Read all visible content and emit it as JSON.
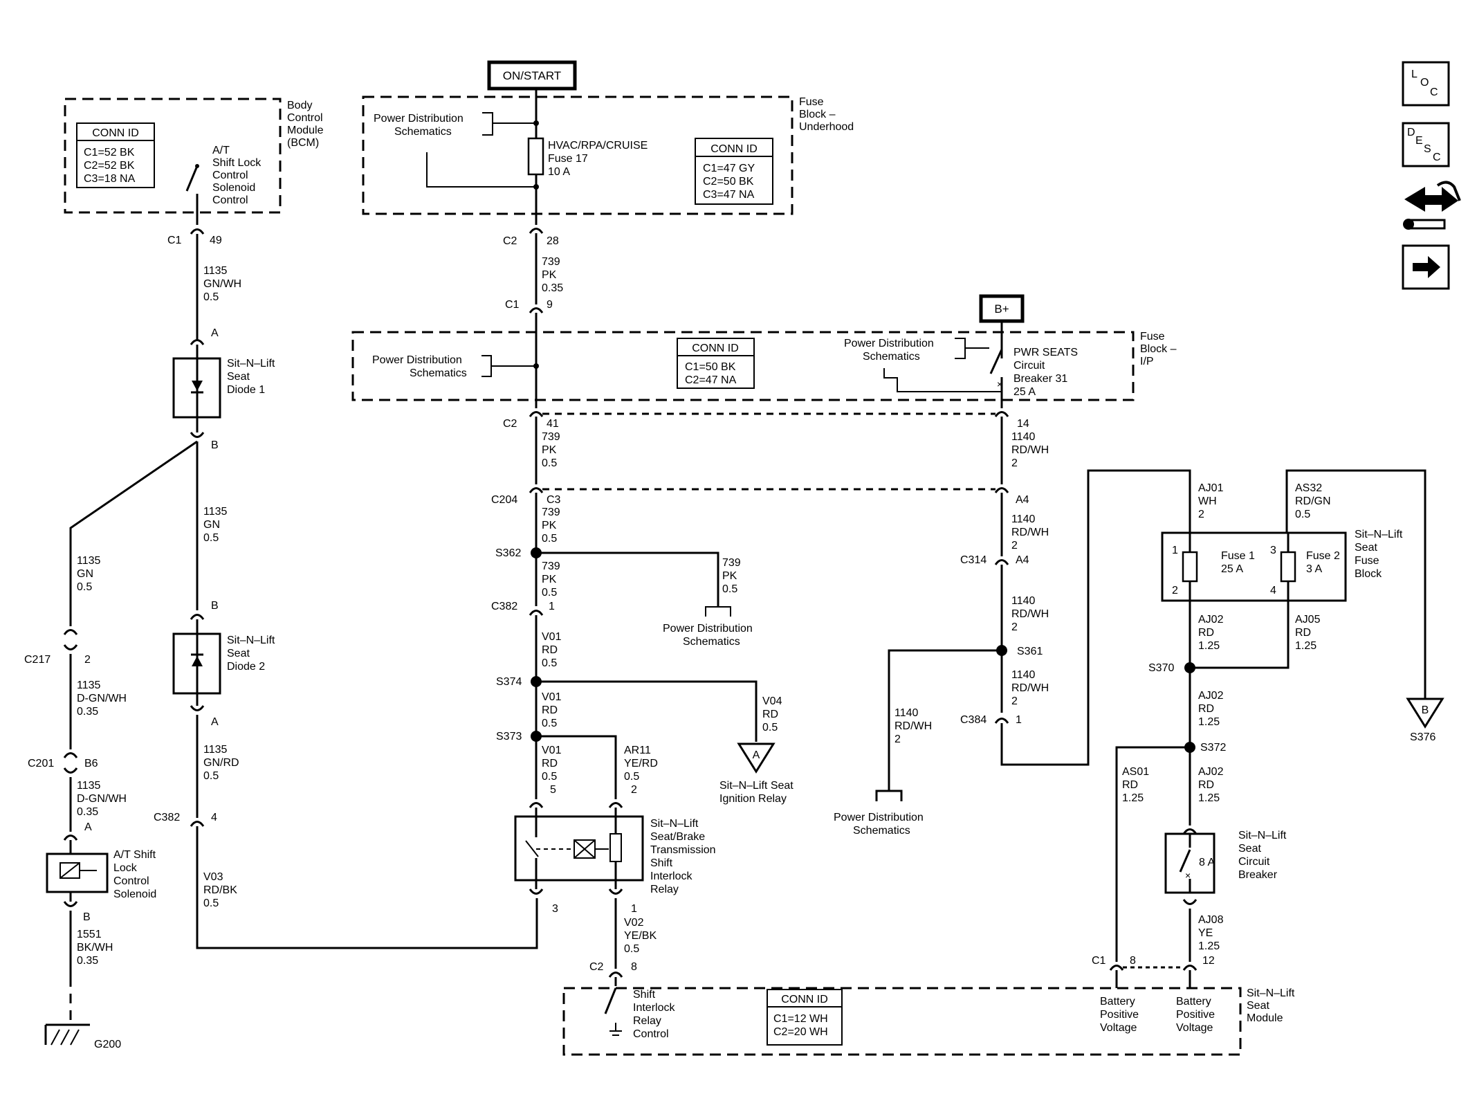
{
  "on_start": "ON/START",
  "b_plus": "B+",
  "bcm": {
    "name": [
      "Body",
      "Control",
      "Module",
      "(BCM)"
    ],
    "conn_title": "CONN ID",
    "conn": [
      "C1=52 BK",
      "C2=52 BK",
      "C3=18 NA"
    ],
    "solenoid_ctrl": [
      "A/T",
      "Shift Lock",
      "Control",
      "Solenoid",
      "Control"
    ]
  },
  "fuse_underhood": {
    "name": [
      "Fuse",
      "Block –",
      "Underhood"
    ],
    "pds": [
      "Power Distribution",
      "Schematics"
    ],
    "fuse": [
      "HVAC/RPA/CRUISE",
      "Fuse 17",
      "10 A"
    ],
    "conn_title": "CONN ID",
    "conn": [
      "C1=47 GY",
      "C2=50 BK",
      "C3=47 NA"
    ]
  },
  "fuse_ip": {
    "name": [
      "Fuse",
      "Block –",
      "I/P"
    ],
    "pds_left": [
      "Power Distribution",
      "Schematics"
    ],
    "pds_right": [
      "Power Distribution",
      "Schematics"
    ],
    "conn_title": "CONN ID",
    "conn": [
      "C1=50 BK",
      "C2=47 NA"
    ],
    "breaker": [
      "PWR SEATS",
      "Circuit",
      "Breaker 31",
      "25 A"
    ]
  },
  "labels": {
    "c1": "C1",
    "c1_pin": "49",
    "w1135_1": [
      "1135",
      "GN/WH",
      "0.5"
    ],
    "diode1_a": "A",
    "diode1": [
      "Sit–N–Lift",
      "Seat",
      "Diode 1"
    ],
    "diode1_b": "B",
    "w1135_gn": [
      "1135",
      "GN",
      "0.5"
    ],
    "w1135_gn_left": [
      "1135",
      "GN",
      "0.5"
    ],
    "diode2_b": "B",
    "diode2": [
      "Sit–N–Lift",
      "Seat",
      "Diode 2"
    ],
    "diode2_a": "A",
    "c217": "C217",
    "c217_pin": "2",
    "w1135_dgn1": [
      "1135",
      "D-GN/WH",
      "0.35"
    ],
    "c201": "C201",
    "c201_pin": "B6",
    "w1135_dgn2": [
      "1135",
      "D-GN/WH",
      "0.35"
    ],
    "solenoid_a": "A",
    "solenoid": [
      "A/T Shift",
      "Lock",
      "Control",
      "Solenoid"
    ],
    "solenoid_b": "B",
    "w1551": [
      "1551",
      "BK/WH",
      "0.35"
    ],
    "g200": "G200",
    "w1135_gnrd": [
      "1135",
      "GN/RD",
      "0.5"
    ],
    "c382_left": "C382",
    "c382_left_pin": "4",
    "wv03": [
      "V03",
      "RD/BK",
      "0.5"
    ],
    "c2_top": "C2",
    "c2_top_pin": "28",
    "w739_1": [
      "739",
      "PK",
      "0.35"
    ],
    "c1_ip": "C1",
    "c1_ip_pin": "9",
    "c2_ip": "C2",
    "c2_ip_pin": "41",
    "w739_2": [
      "739",
      "PK",
      "0.5"
    ],
    "c204": "C204",
    "c3": "C3",
    "w739_3": [
      "739",
      "PK",
      "0.5"
    ],
    "s362": "S362",
    "w739_4": [
      "739",
      "PK",
      "0.5"
    ],
    "w739_5": [
      "739",
      "PK",
      "0.5"
    ],
    "pds_mid": [
      "Power Distribution",
      "Schematics"
    ],
    "c382_mid": "C382",
    "c382_mid_pin": "1",
    "wv01_1": [
      "V01",
      "RD",
      "0.5"
    ],
    "s374": "S374",
    "wv04": [
      "V04",
      "RD",
      "0.5"
    ],
    "ign_relay_tag": "A",
    "ign_relay": [
      "Sit–N–Lift Seat",
      "Ignition Relay"
    ],
    "wv01_2": [
      "V01",
      "RD",
      "0.5"
    ],
    "s373": "S373",
    "wv01_3": [
      "V01",
      "RD",
      "0.5",
      "5"
    ],
    "war11": [
      "AR11",
      "YE/RD",
      "0.5",
      "2"
    ],
    "relay": [
      "Sit–N–Lift",
      "Seat/Brake",
      "Transmission",
      "Shift",
      "Interlock",
      "Relay"
    ],
    "relay_pin3": "3",
    "relay_pin1": "1",
    "wv02": [
      "V02",
      "YE/BK",
      "0.5"
    ],
    "c2_bot": "C2",
    "c2_bot_pin": "8",
    "w1140_1": [
      "14",
      "1140",
      "RD/WH",
      "2"
    ],
    "a4_1": "A4",
    "w1140_2": [
      "1140",
      "RD/WH",
      "2"
    ],
    "c314": "C314",
    "a4_2": "A4",
    "w1140_3": [
      "1140",
      "RD/WH",
      "2"
    ],
    "s361": "S361",
    "w1140_4": [
      "1140",
      "RD/WH",
      "2"
    ],
    "c384": "C384",
    "c384_pin": "1",
    "w1140_5": [
      "1140",
      "RD/WH",
      "2"
    ],
    "pds_s361": [
      "Power Distribution",
      "Schematics"
    ],
    "waj01": [
      "AJ01",
      "WH",
      "2"
    ],
    "was32": [
      "AS32",
      "RD/GN",
      "0.5"
    ],
    "fuse_block": [
      "Sit–N–Lift",
      "Seat",
      "Fuse",
      "Block"
    ],
    "fuse1": [
      "Fuse 1",
      "25 A"
    ],
    "fuse2": [
      "Fuse 2",
      "3 A"
    ],
    "fb_pins": [
      "1",
      "2",
      "3",
      "4"
    ],
    "waj02_1": [
      "AJ02",
      "RD",
      "1.25"
    ],
    "waj05": [
      "AJ05",
      "RD",
      "1.25"
    ],
    "s370": "S370",
    "waj02_2": [
      "AJ02",
      "RD",
      "1.25"
    ],
    "s372": "S372",
    "b_tag": "B",
    "s376": "S376",
    "was01": [
      "AS01",
      "RD",
      "1.25"
    ],
    "waj02_3": [
      "AJ02",
      "RD",
      "1.25"
    ],
    "breaker": [
      "Sit–N–Lift",
      "Seat",
      "Circuit",
      "Breaker"
    ],
    "breaker_rating": "8 A",
    "waj08": [
      "AJ08",
      "YE",
      "1.25"
    ],
    "c1_mod": "C1",
    "c1_mod_pin8": "8",
    "c1_mod_pin12": "12"
  },
  "module": {
    "name": [
      "Sit–N–Lift",
      "Seat",
      "Module"
    ],
    "shift": [
      "Shift",
      "Interlock",
      "Relay",
      "Control"
    ],
    "conn_title": "CONN ID",
    "conn": [
      "C1=12 WH",
      "C2=20 WH"
    ],
    "bpv1": [
      "Battery",
      "Positive",
      "Voltage"
    ],
    "bpv2": [
      "Battery",
      "Positive",
      "Voltage"
    ]
  },
  "nav": [
    {
      "name": "loc-icon",
      "letters": [
        "L",
        "O",
        "C"
      ]
    },
    {
      "name": "desc-icon",
      "letters": [
        "D",
        "E",
        "S",
        "C"
      ]
    },
    {
      "name": "connector-tool-icon"
    },
    {
      "name": "next-arrow-icon"
    }
  ]
}
